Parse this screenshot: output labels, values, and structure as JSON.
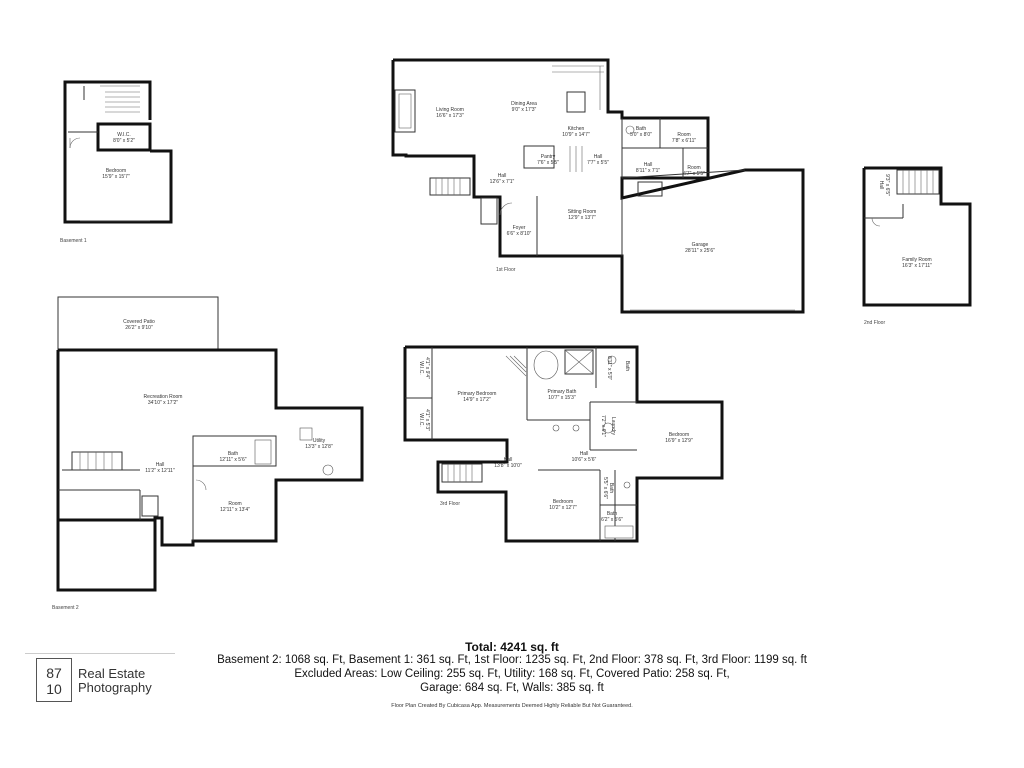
{
  "floors": {
    "basement1": {
      "label": "Basement 1",
      "rooms": [
        {
          "name": "W.I.C.",
          "dims": "8'0\" x 5'2\""
        },
        {
          "name": "Bedroom",
          "dims": "15'9\" x 15'7\""
        }
      ]
    },
    "first": {
      "label": "1st Floor",
      "rooms": [
        {
          "name": "Living Room",
          "dims": "16'6\" x 17'3\""
        },
        {
          "name": "Dining Area",
          "dims": "9'0\" x 17'3\""
        },
        {
          "name": "Kitchen",
          "dims": "10'9\" x 14'7\""
        },
        {
          "name": "Bath",
          "dims": "5'0\" x 8'0\""
        },
        {
          "name": "Room",
          "dims": "7'8\" x 6'11\""
        },
        {
          "name": "Pantry",
          "dims": "7'6\" x 5'5\""
        },
        {
          "name": "Hall",
          "dims": "7'7\" x 5'5\""
        },
        {
          "name": "Hall",
          "dims": "8'11\" x 7'1\""
        },
        {
          "name": "Room",
          "dims": "4'7\" x 5'5\""
        },
        {
          "name": "Hall",
          "dims": "12'6\" x 7'1\""
        },
        {
          "name": "Sitting Room",
          "dims": "12'9\" x 13'7\""
        },
        {
          "name": "Foyer",
          "dims": "6'6\" x 8'10\""
        },
        {
          "name": "Garage",
          "dims": "28'11\" x 25'6\""
        }
      ]
    },
    "second": {
      "label": "2nd Floor",
      "rooms": [
        {
          "name": "Hall",
          "dims": "9'3\" x 6'5\""
        },
        {
          "name": "Family Room",
          "dims": "16'3\" x 17'11\""
        }
      ]
    },
    "basement2": {
      "label": "Basement 2",
      "rooms": [
        {
          "name": "Covered Patio",
          "dims": "26'2\" x 9'10\""
        },
        {
          "name": "Recreation Room",
          "dims": "34'10\" x 17'2\""
        },
        {
          "name": "Bath",
          "dims": "12'11\" x 5'6\""
        },
        {
          "name": "Utility",
          "dims": "13'3\" x 12'8\""
        },
        {
          "name": "Hall",
          "dims": "11'2\" x 12'11\""
        },
        {
          "name": "Room",
          "dims": "12'11\" x 13'4\""
        }
      ]
    },
    "third": {
      "label": "3rd Floor",
      "rooms": [
        {
          "name": "W.I.C.",
          "dims": "4'1\" x 9'4\""
        },
        {
          "name": "W.I.C.",
          "dims": "4'1\" x 5'3\""
        },
        {
          "name": "Primary Bedroom",
          "dims": "14'9\" x 17'2\""
        },
        {
          "name": "Primary Bath",
          "dims": "10'7\" x 15'3\""
        },
        {
          "name": "Bath",
          "dims": "8'11\" x 5'0\""
        },
        {
          "name": "Laundry",
          "dims": "7'2\" x 6'1\""
        },
        {
          "name": "Bedroom",
          "dims": "16'9\" x 12'9\""
        },
        {
          "name": "Hall",
          "dims": "13'8\" x 10'0\""
        },
        {
          "name": "Hall",
          "dims": "10'6\" x 5'6\""
        },
        {
          "name": "Bedroom",
          "dims": "10'2\" x 12'7\""
        },
        {
          "name": "Bath",
          "dims": "5'5\" x 6'6\""
        },
        {
          "name": "Bath",
          "dims": "6'2\" x 5'6\""
        }
      ]
    }
  },
  "summary": {
    "total": "Total: 4241 sq. ft",
    "line1": "Basement 2: 1068 sq. Ft, Basement 1: 361 sq. Ft, 1st Floor: 1235 sq. Ft, 2nd Floor: 378 sq. Ft, 3rd Floor: 1199 sq. ft",
    "line2": "Excluded Areas: Low Ceiling: 255 sq. Ft, Utility: 168 sq. Ft, Covered Patio: 258 sq. Ft,",
    "line3": "Garage: 684 sq. Ft, Walls: 385 sq. ft",
    "disclaimer": "Floor Plan Created By Cubicasa App. Measurements Deemed Highly Reliable But Not Guaranteed."
  },
  "logo": {
    "num_top": "87",
    "num_bottom": "10",
    "brand_line1": "Real Estate",
    "brand_line2": "Photography"
  }
}
